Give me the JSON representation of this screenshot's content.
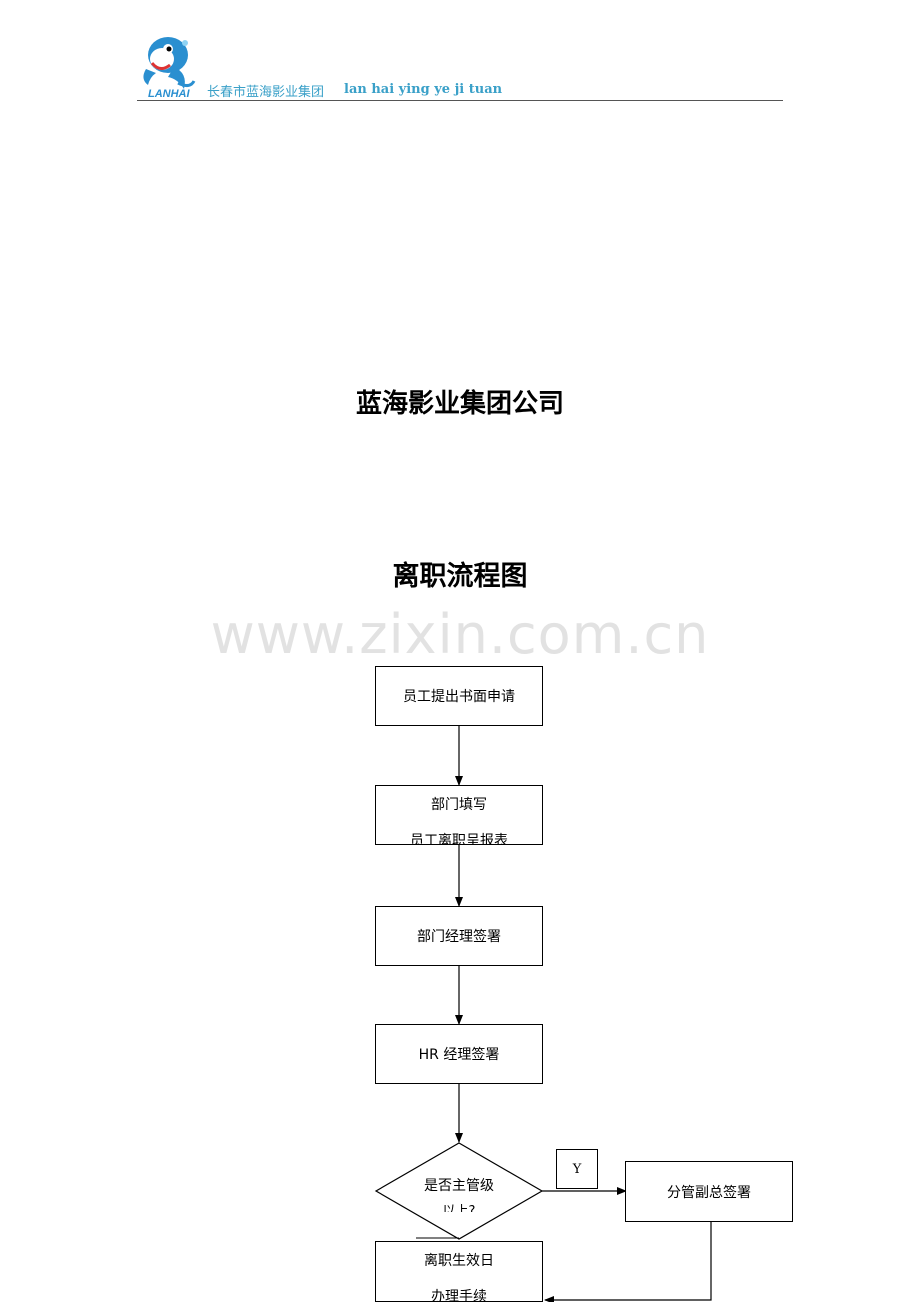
{
  "header": {
    "logo_text": "LANHAI",
    "company_cn": "长春市蓝海影业集团",
    "company_en": "lan hai ying ye ji tuan"
  },
  "company_title": "蓝海影业集团公司",
  "chart_title": "离职流程图",
  "watermark": "www.zixin.com.cn",
  "flow": {
    "step1": "员工提出书面申请",
    "step2_line1": "部门填写",
    "step2_line2": "员工离职呈报表",
    "step3": "部门经理签署",
    "step4": "HR 经理签署",
    "decision_line1": "是否主管级",
    "decision_line2": "以上?",
    "yes_label": "Y",
    "vp_box": "分管副总签署",
    "final_line1": "离职生效日",
    "final_line2": "办理手续"
  }
}
